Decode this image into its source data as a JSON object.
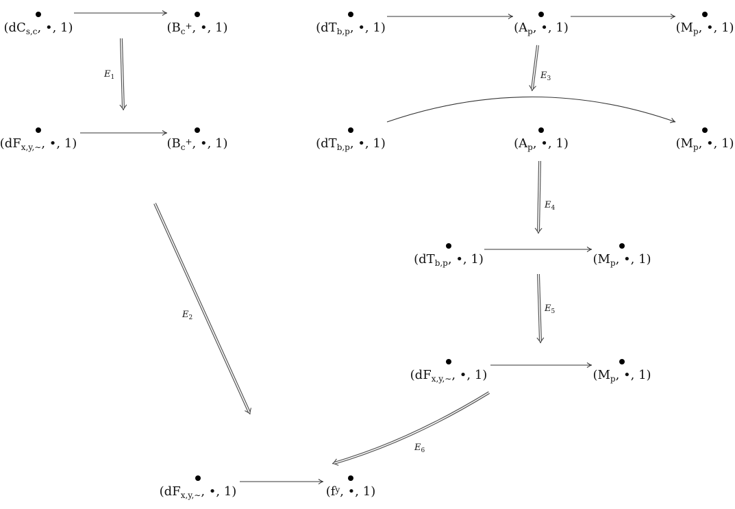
{
  "nodes": [
    {
      "id": "n1",
      "label": "(dC_{s,c}, •, 1)",
      "parts": [
        [
          "(dC",
          ""
        ],
        [
          "s,c",
          "sub"
        ],
        [
          ", •, 1)",
          ""
        ]
      ]
    },
    {
      "id": "n2",
      "label": "(B_c^+, •, 1)",
      "parts": [
        [
          "(B",
          ""
        ],
        [
          "c",
          "sub"
        ],
        [
          "+",
          "sup"
        ],
        [
          ", •, 1)",
          ""
        ]
      ]
    },
    {
      "id": "n3",
      "label": "(dF_{x,y,~}, •, 1)",
      "parts": [
        [
          "(dF",
          ""
        ],
        [
          "x,y,∼",
          "sub"
        ],
        [
          ", •, 1)",
          ""
        ]
      ]
    },
    {
      "id": "n4",
      "label": "(B_c^+, •, 1)",
      "parts": [
        [
          "(B",
          ""
        ],
        [
          "c",
          "sub"
        ],
        [
          "+",
          "sup"
        ],
        [
          ", •, 1)",
          ""
        ]
      ]
    },
    {
      "id": "n5",
      "label": "(dT_{b,p}, •, 1)",
      "parts": [
        [
          "(dT",
          ""
        ],
        [
          "b,p",
          "sub"
        ],
        [
          ", •, 1)",
          ""
        ]
      ]
    },
    {
      "id": "n6",
      "label": "(A_p, •, 1)",
      "parts": [
        [
          "(A",
          ""
        ],
        [
          "p",
          "sub"
        ],
        [
          ", •, 1)",
          ""
        ]
      ]
    },
    {
      "id": "n7",
      "label": "(M_p, •, 1)",
      "parts": [
        [
          "(M",
          ""
        ],
        [
          "p",
          "sub"
        ],
        [
          ", •, 1)",
          ""
        ]
      ]
    },
    {
      "id": "n8",
      "label": "(dT_{b,p}, •, 1)",
      "parts": [
        [
          "(dT",
          ""
        ],
        [
          "b,p",
          "sub"
        ],
        [
          ", •, 1)",
          ""
        ]
      ]
    },
    {
      "id": "n9",
      "label": "(A_p, •, 1)",
      "parts": [
        [
          "(A",
          ""
        ],
        [
          "p",
          "sub"
        ],
        [
          ", •, 1)",
          ""
        ]
      ]
    },
    {
      "id": "n10",
      "label": "(M_p, •, 1)",
      "parts": [
        [
          "(M",
          ""
        ],
        [
          "p",
          "sub"
        ],
        [
          ", •, 1)",
          ""
        ]
      ]
    },
    {
      "id": "n11",
      "label": "(dT_{b,p}, •, 1)",
      "parts": [
        [
          "(dT",
          ""
        ],
        [
          "b,p",
          "sub"
        ],
        [
          ", •, 1)",
          ""
        ]
      ]
    },
    {
      "id": "n12",
      "label": "(M_p, •, 1)",
      "parts": [
        [
          "(M",
          ""
        ],
        [
          "p",
          "sub"
        ],
        [
          ", •, 1)",
          ""
        ]
      ]
    },
    {
      "id": "n13",
      "label": "(dF_{x,y,~}, •, 1)",
      "parts": [
        [
          "(dF",
          ""
        ],
        [
          "x,y,∼",
          "sub"
        ],
        [
          ", •, 1)",
          ""
        ]
      ]
    },
    {
      "id": "n14",
      "label": "(M_p, •, 1)",
      "parts": [
        [
          "(M",
          ""
        ],
        [
          "p",
          "sub"
        ],
        [
          ", •, 1)",
          ""
        ]
      ]
    },
    {
      "id": "n15",
      "label": "(dF_{x,y,~}, •, 1)",
      "parts": [
        [
          "(dF",
          ""
        ],
        [
          "x,y,∼",
          "sub"
        ],
        [
          ", •, 1)",
          ""
        ]
      ]
    },
    {
      "id": "n16",
      "label": "(f^y, •, 1)",
      "parts": [
        [
          "(f",
          ""
        ],
        [
          "y",
          "sup"
        ],
        [
          ", •, 1)",
          ""
        ]
      ]
    }
  ],
  "arrows": [
    {
      "id": "a1",
      "from": "n1",
      "to": "n2",
      "kind": "single"
    },
    {
      "id": "a2",
      "from": "n3",
      "to": "n4",
      "kind": "single"
    },
    {
      "id": "a3",
      "from": "n5",
      "to": "n6",
      "kind": "single"
    },
    {
      "id": "a4",
      "from": "n6",
      "to": "n7",
      "kind": "single"
    },
    {
      "id": "a5",
      "from": "n8",
      "to": "n10",
      "kind": "single-curved"
    },
    {
      "id": "a6",
      "from": "n11",
      "to": "n12",
      "kind": "single"
    },
    {
      "id": "a7",
      "from": "n13",
      "to": "n14",
      "kind": "single"
    },
    {
      "id": "a8",
      "from": "n15",
      "to": "n16",
      "kind": "single"
    }
  ],
  "two_cells": [
    {
      "id": "e1",
      "label": "E",
      "index": "1"
    },
    {
      "id": "e2",
      "label": "E",
      "index": "2"
    },
    {
      "id": "e3",
      "label": "E",
      "index": "3"
    },
    {
      "id": "e4",
      "label": "E",
      "index": "4"
    },
    {
      "id": "e5",
      "label": "E",
      "index": "5"
    },
    {
      "id": "e6",
      "label": "E",
      "index": "6"
    }
  ]
}
